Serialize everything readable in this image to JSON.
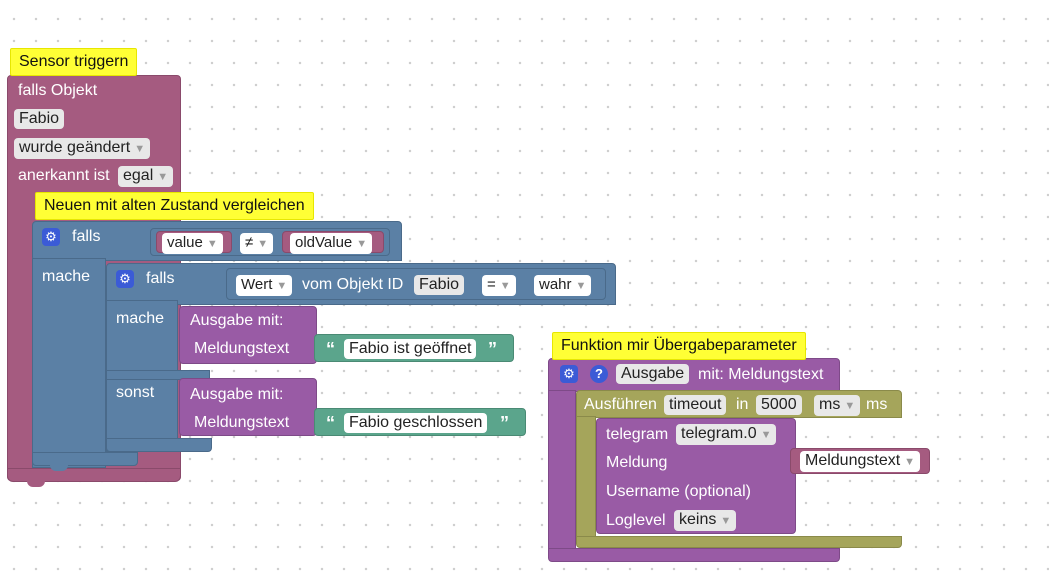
{
  "comments": {
    "sensor": "Sensor triggern",
    "compare": "Neuen mit alten Zustand vergleichen",
    "function": "Funktion mir Übergabeparameter"
  },
  "trigger": {
    "falls_objekt": "falls Objekt",
    "object_id": "Fabio",
    "changed": "wurde geändert",
    "ack_label": "anerkannt ist",
    "ack_value": "egal"
  },
  "outer_if": {
    "falls": "falls",
    "mache": "mache",
    "left": "value",
    "op": "≠",
    "right": "oldValue"
  },
  "inner_if": {
    "falls": "falls",
    "mache": "mache",
    "sonst": "sonst",
    "value_field": "Wert",
    "vom_objekt": "vom Objekt ID",
    "object_id": "Fabio",
    "op": "=",
    "compare": "wahr"
  },
  "call_open": {
    "label": "Ausgabe mit:",
    "param": "Meldungstext",
    "text": "Fabio ist geöffnet"
  },
  "call_closed": {
    "label": "Ausgabe mit:",
    "param": "Meldungstext",
    "text": "Fabio geschlossen"
  },
  "function_def": {
    "name": "Ausgabe",
    "with": "mit: Meldungstext",
    "run": "Ausführen",
    "timeout_var": "timeout",
    "in": "in",
    "delay": "5000",
    "unit_select": "ms",
    "unit": "ms",
    "telegram_label": "telegram",
    "telegram_instance": "telegram.0",
    "meldung": "Meldung",
    "meldung_var": "Meldungstext",
    "username": "Username (optional)",
    "loglevel": "Loglevel",
    "loglevel_value": "keins"
  },
  "colors": {
    "event": "#a55b80",
    "control": "#5b80a5",
    "function": "#995ba5",
    "text": "#5ba58c",
    "timer": "#a5a55b",
    "comment": "#ffff35"
  }
}
